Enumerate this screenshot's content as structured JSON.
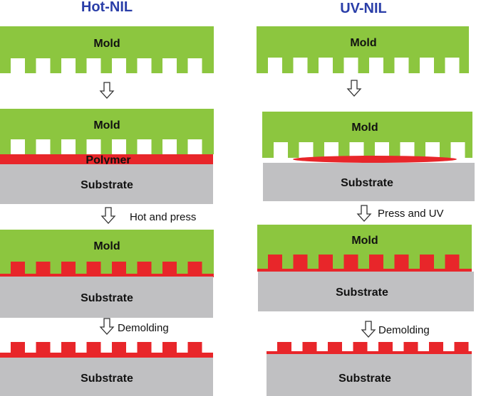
{
  "titles": {
    "left": "Hot-NIL",
    "right": "UV-NIL"
  },
  "labels": {
    "mold": "Mold",
    "substrate": "Substrate",
    "polymer": "Polymer"
  },
  "steps": {
    "hot_press": "Hot and press",
    "press_uv": "Press and UV",
    "demolding": "Demolding"
  },
  "colors": {
    "mold": "#8cc63f",
    "substrate": "#c0c0c2",
    "polymer": "#e8262a",
    "title": "#2a3ea8"
  }
}
